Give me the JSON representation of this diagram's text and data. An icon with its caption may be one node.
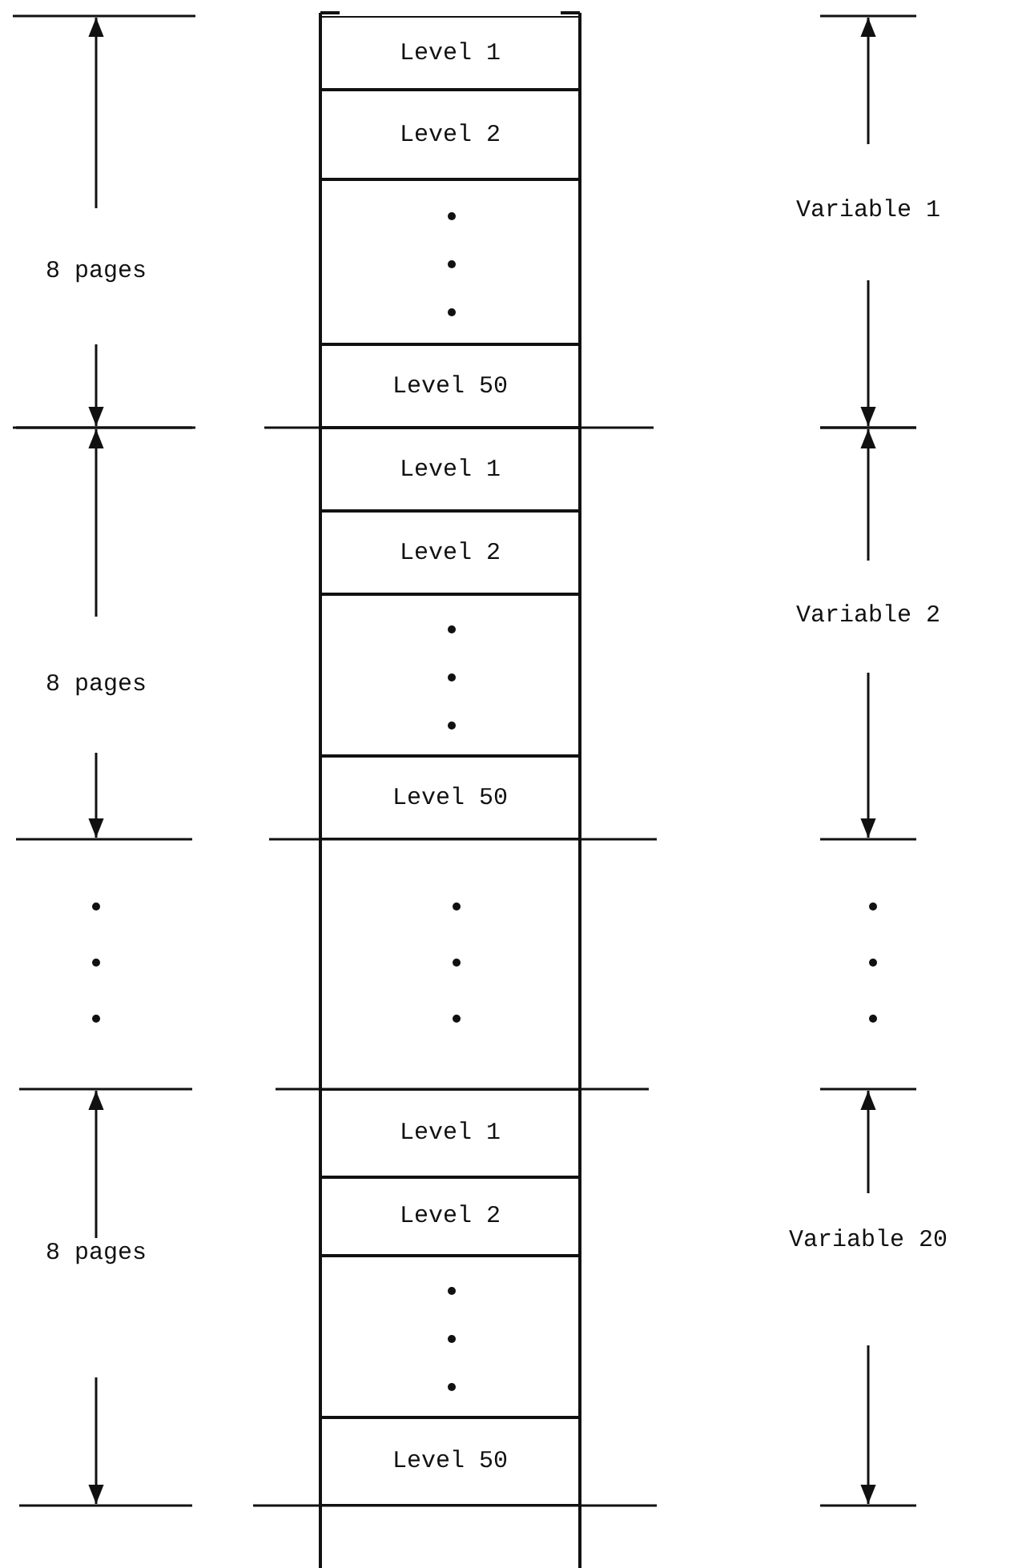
{
  "diagram": {
    "nodes": [
      {
        "text": [
          "Level 1"
        ]
      },
      {
        "text": [
          "Level 2"
        ]
      },
      {
        "text": [],
        "shape": "box"
      },
      {
        "text": [
          "Level 50"
        ]
      },
      {
        "text": [
          "Level 1"
        ]
      },
      {
        "text": [
          "Level 2"
        ]
      },
      {
        "text": [],
        "shape": "box"
      },
      {
        "text": [
          "Level 50"
        ]
      },
      {
        "text": [
          "Level 1"
        ]
      },
      {
        "text": [
          "Level 2"
        ]
      },
      {
        "text": [],
        "shape": "box"
      },
      {
        "text": [
          "Level 50"
        ]
      }
    ],
    "labels": [
      "8 pages",
      "Variable 1",
      "8 pages",
      "Variable 2",
      "8 pages",
      "Variable 20"
    ]
  }
}
